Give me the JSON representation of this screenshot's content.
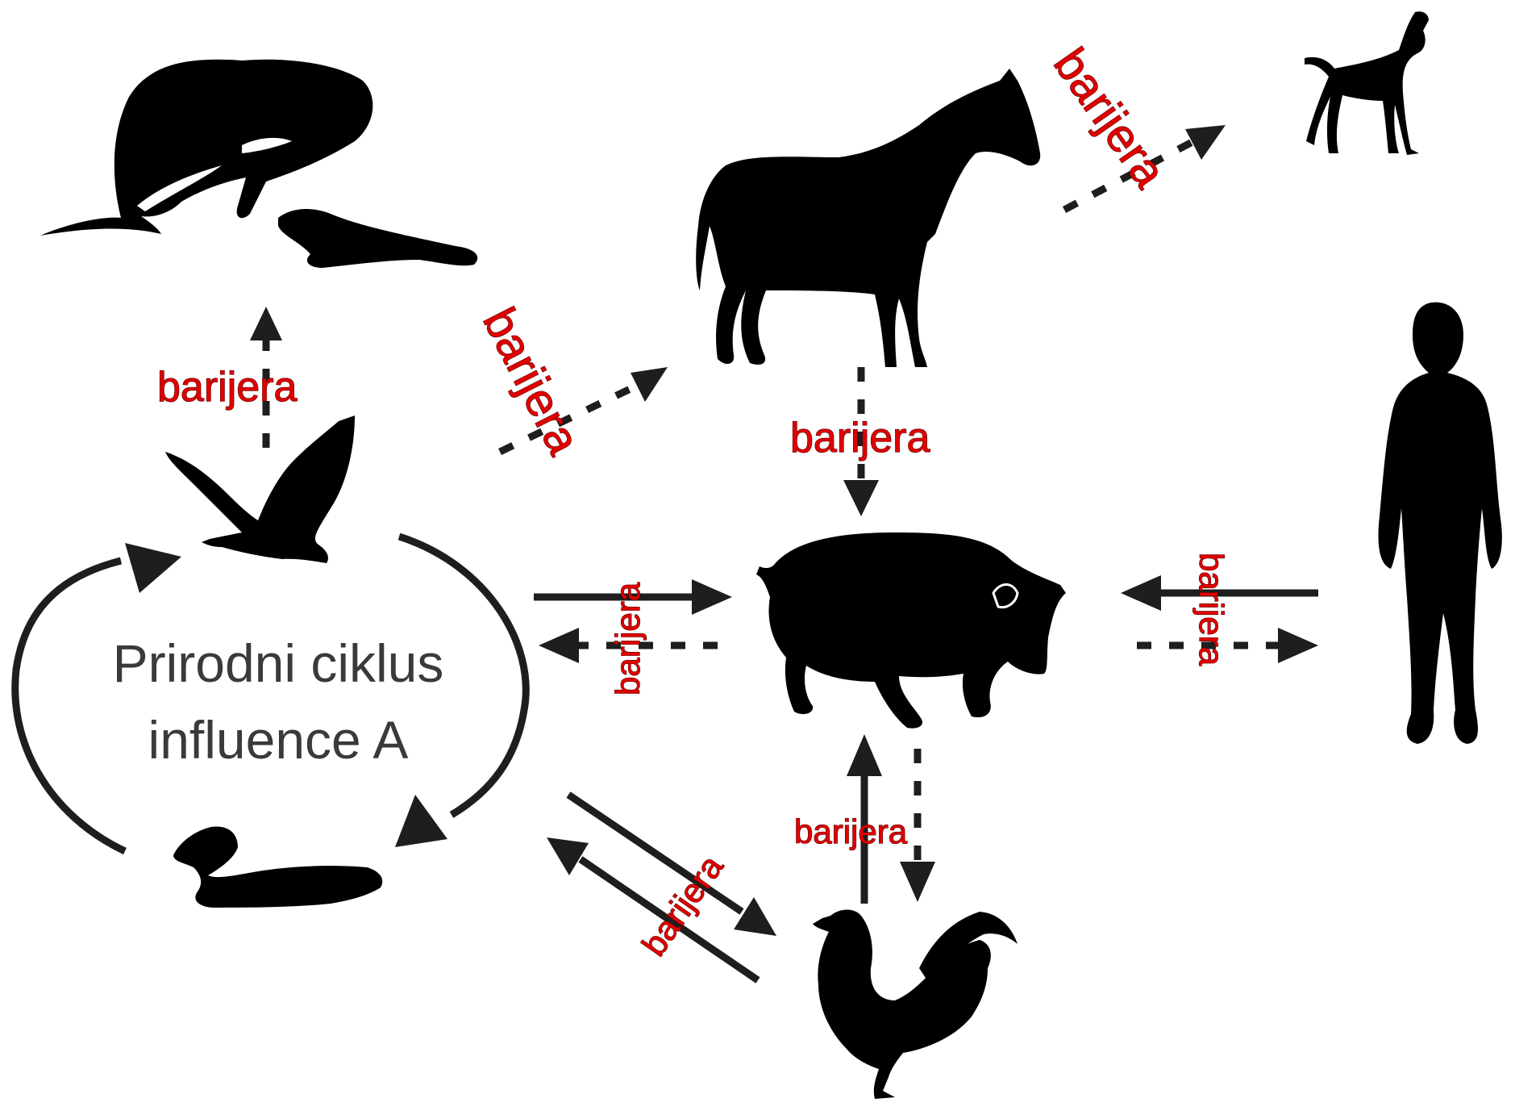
{
  "cycle": {
    "line1": "Prirodni ciklus",
    "line2": "influence A"
  },
  "barrier_label": "barijera",
  "barriers": [
    {
      "id": "bird-to-marine",
      "text": "barijera"
    },
    {
      "id": "bird-to-horse",
      "text": "barijera"
    },
    {
      "id": "horse-to-dog",
      "text": "barijera"
    },
    {
      "id": "horse-to-pig",
      "text": "barijera"
    },
    {
      "id": "cycle-pig",
      "text": "barijera"
    },
    {
      "id": "pig-human",
      "text": "barijera"
    },
    {
      "id": "pig-chicken",
      "text": "barijera"
    },
    {
      "id": "cycle-chicken",
      "text": "barijera"
    }
  ],
  "animals": [
    {
      "name": "whale"
    },
    {
      "name": "seal"
    },
    {
      "name": "horse"
    },
    {
      "name": "dog"
    },
    {
      "name": "human"
    },
    {
      "name": "pig"
    },
    {
      "name": "bird"
    },
    {
      "name": "duck"
    },
    {
      "name": "chicken"
    }
  ],
  "colors": {
    "barrier": "#e00000",
    "silhouette": "#000000",
    "arrow": "#1e1e1e",
    "cycle_text": "#3a3a3a"
  }
}
